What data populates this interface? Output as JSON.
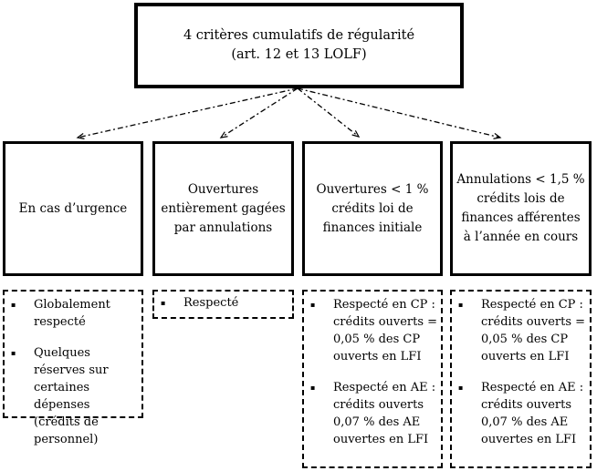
{
  "bullet_glyph": "▪",
  "colors": {
    "line": "#000000",
    "background": "#ffffff"
  },
  "root": {
    "title": "4 critères cumulatifs de régularité",
    "subtitle": "(art. 12 et 13 LOLF)"
  },
  "criteria": [
    {
      "label": "En cas d’urgence",
      "findings": [
        "Globalement respecté",
        "Quelques réserves sur certaines dépenses (crédits de personnel)"
      ]
    },
    {
      "label": "Ouvertures entièrement gagées par annulations",
      "findings": [
        "Respecté"
      ]
    },
    {
      "label": "Ouvertures < 1 % crédits loi de finances initiale",
      "findings": [
        "Respecté en CP : crédits ouverts = 0,05 % des CP ouverts en LFI",
        "Respecté en AE : crédits ouverts 0,07 % des AE ouvertes en LFI"
      ]
    },
    {
      "label": "Annulations < 1,5 % crédits lois de finances afférentes à l’année en cours",
      "findings": [
        "Respecté en CP : crédits ouverts = 0,05 % des CP ouverts en LFI",
        "Respecté en AE : crédits ouverts 0,07 % des AE ouvertes en LFI"
      ]
    }
  ]
}
